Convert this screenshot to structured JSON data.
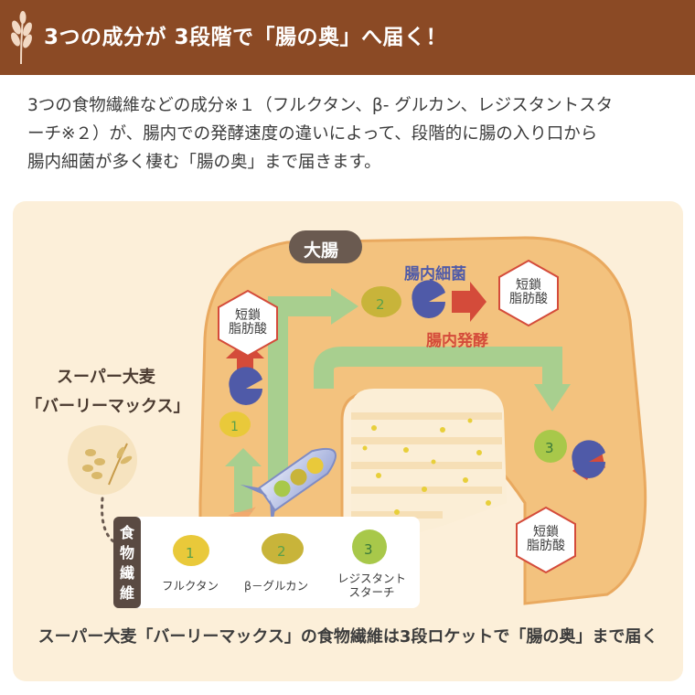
{
  "header": {
    "title": "3つの成分が 3段階で「腸の奥」へ届く！",
    "accent": "#8b4a25"
  },
  "intro": {
    "lines": [
      "3つの食物繊維などの成分※１（フルクタン、β- グルカン、レジスタントスタ",
      "ーチ※２）が、腸内での発酵速度の違いによって、段階的に腸の入り口から",
      "腸内細菌が多く棲む「腸の奥」まで届きます。"
    ]
  },
  "diagram": {
    "large_intestine": "大腸",
    "bacteria": "腸内細菌",
    "fermentation": "腸内発酵",
    "scfa": "短鎖\n脂肪酸",
    "scfa_line1": "短鎖",
    "scfa_line2": "脂肪酸",
    "product_line1": "スーパー大麦",
    "product_line2": "「バーリーマックス」",
    "fiber_label": [
      "食",
      "物",
      "繊",
      "維"
    ],
    "legend": [
      {
        "number": "1",
        "label": "フルクタン",
        "color": "#e9c93a"
      },
      {
        "number": "2",
        "label": "β－グルカン",
        "color": "#c8b43a"
      },
      {
        "number": "3",
        "label_line1": "レジスタント",
        "label_line2": "スターチ",
        "color": "#a8c84a"
      }
    ],
    "caption": "スーパー大麦「バーリーマックス」の食物繊維は3段ロケットで「腸の奥」まで届く"
  }
}
